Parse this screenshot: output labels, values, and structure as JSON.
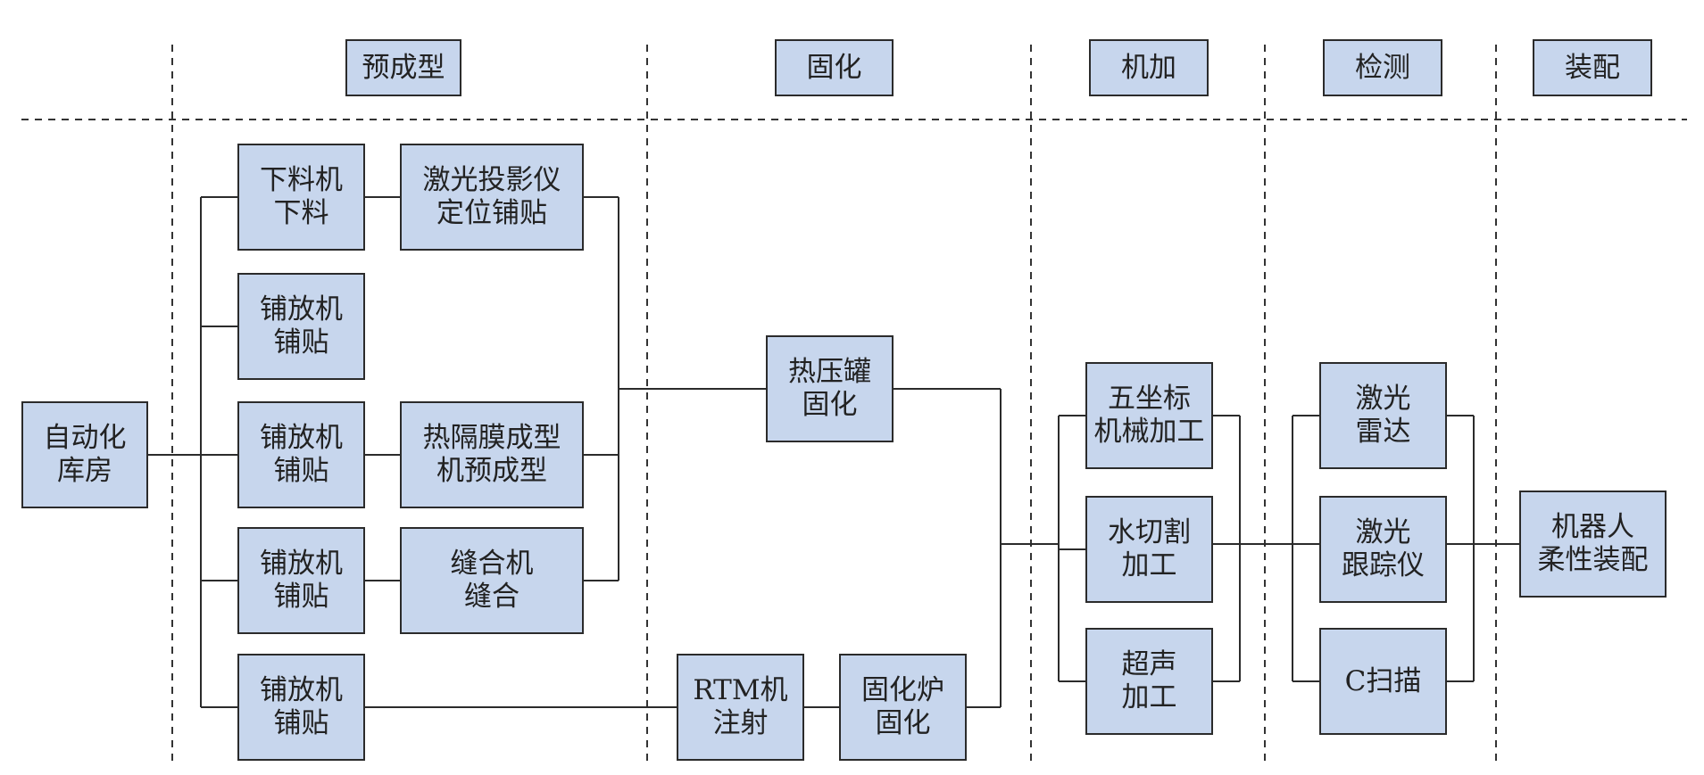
{
  "colors": {
    "box_fill": "#c7d6ed",
    "box_stroke": "#2b2b2b",
    "line": "#2b2b2b",
    "dash": "#333333"
  },
  "stages": {
    "preform": "预成型",
    "curing": "固化",
    "machining": "机加",
    "inspection": "检测",
    "assembly": "装配"
  },
  "nodes": {
    "warehouse": [
      "自动化",
      "库房"
    ],
    "cutter": [
      "下料机",
      "下料"
    ],
    "laser_projector": [
      "激光投影仪",
      "定位铺贴"
    ],
    "layup_2": [
      "铺放机",
      "铺贴"
    ],
    "layup_3": [
      "铺放机",
      "铺贴"
    ],
    "thermal_film": [
      "热隔膜成型",
      "机预成型"
    ],
    "layup_4": [
      "铺放机",
      "铺贴"
    ],
    "stitching": [
      "缝合机",
      "缝合"
    ],
    "layup_5": [
      "铺放机",
      "铺贴"
    ],
    "autoclave": [
      "热压罐",
      "固化"
    ],
    "rtm": [
      "RTM机",
      "注射"
    ],
    "oven": [
      "固化炉",
      "固化"
    ],
    "five_axis": [
      "五坐标",
      "机械加工"
    ],
    "waterjet": [
      "水切割",
      "加工"
    ],
    "ultrasonic": [
      "超声",
      "加工"
    ],
    "laser_radar": [
      "激光",
      "雷达"
    ],
    "laser_tracker": [
      "激光",
      "跟踪仪"
    ],
    "c_scan": [
      "C扫描"
    ],
    "robot_assembly": [
      "机器人",
      "柔性装配"
    ]
  }
}
